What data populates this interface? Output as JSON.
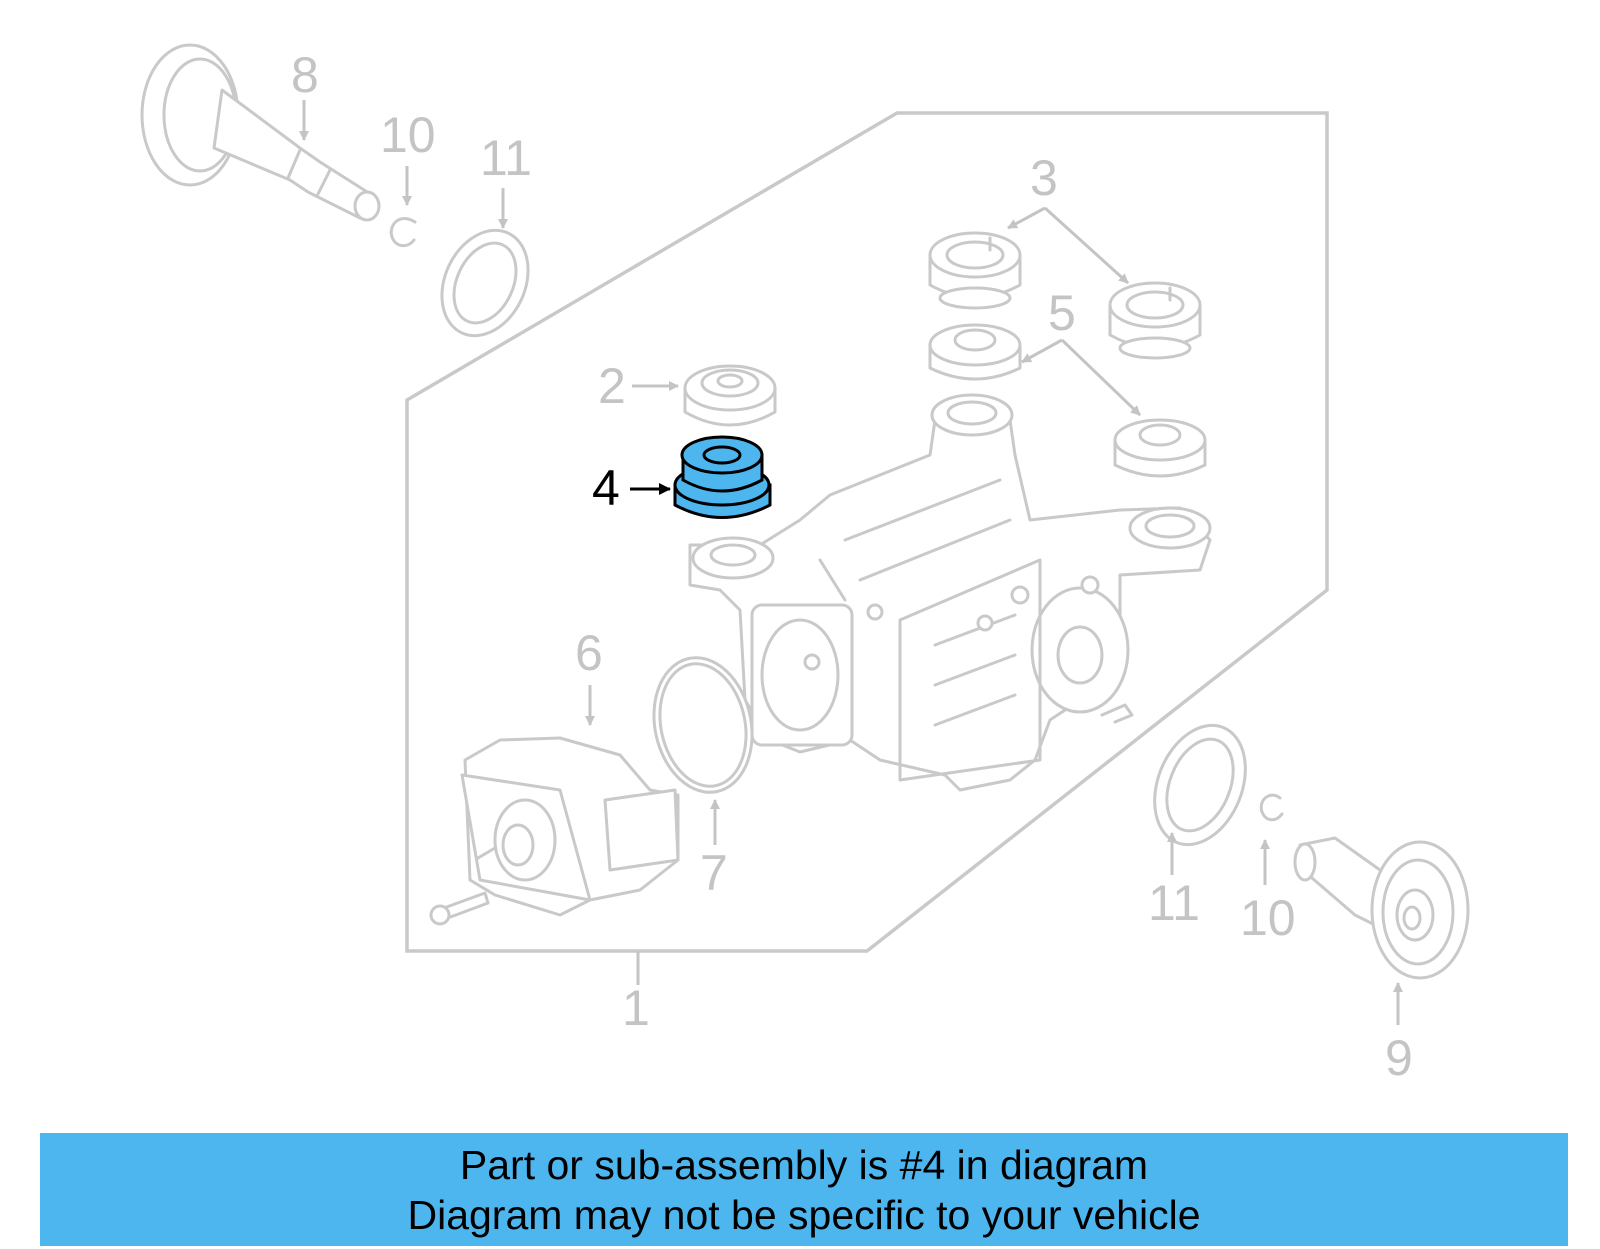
{
  "callouts": {
    "c1": "1",
    "c2": "2",
    "c3": "3",
    "c4": "4",
    "c5": "5",
    "c6": "6",
    "c7": "7",
    "c8": "8",
    "c9": "9",
    "c10a": "10",
    "c10b": "10",
    "c11a": "11",
    "c11b": "11"
  },
  "highlight": {
    "part_number": "4",
    "color": "#4eb6ef"
  },
  "banner": {
    "line1": "Part or sub-assembly is #4 in diagram",
    "line2": "Diagram may not be specific to your vehicle",
    "background": "#4eb6ef"
  }
}
